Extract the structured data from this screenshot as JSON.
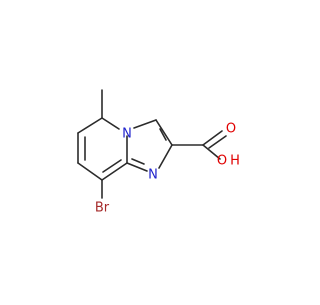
{
  "atoms": {
    "n_ring": "N",
    "n_bridge": "N",
    "o_carbonyl": "O",
    "oh_o": "O",
    "oh_h": "H",
    "br": "Br"
  },
  "colors": {
    "bond": "#2b2b2b",
    "nitrogen": "#1f22cc",
    "oxygen": "#e00000",
    "bromine": "#a52a2a"
  }
}
